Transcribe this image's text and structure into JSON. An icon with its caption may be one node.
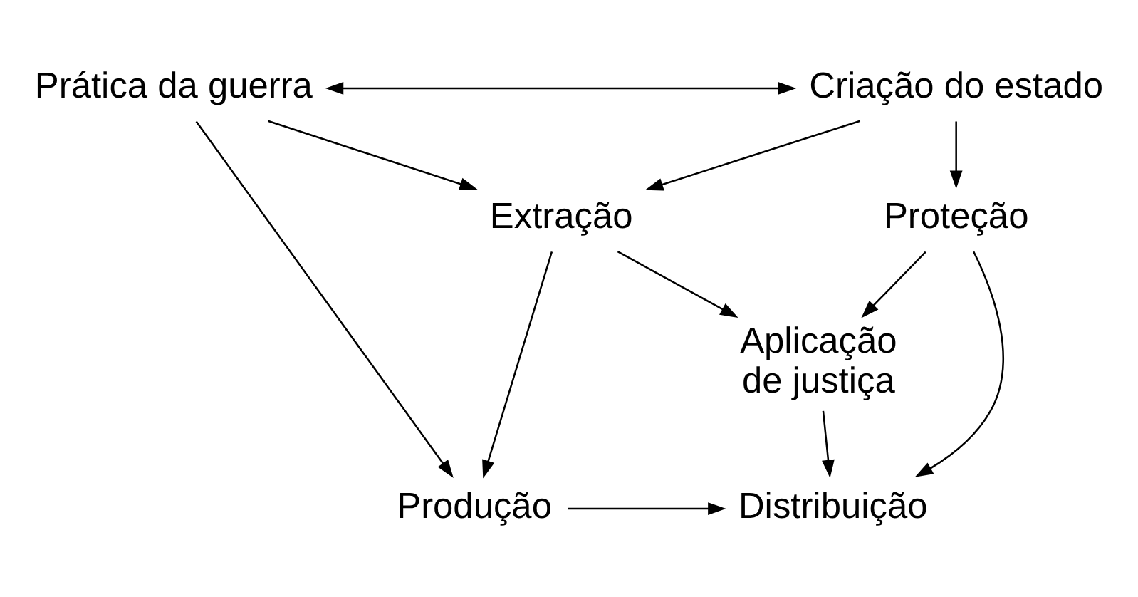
{
  "diagram": {
    "nodes": [
      {
        "text": [
          "Prática da guerra"
        ]
      },
      {
        "text": [
          "Criação do estado"
        ]
      },
      {
        "text": [
          "Extração"
        ]
      },
      {
        "text": [
          "Proteção"
        ]
      },
      {
        "text": [
          "Aplicação de justiça"
        ]
      },
      {
        "text": [
          "Produção"
        ]
      },
      {
        "text": [
          "Distribuição"
        ]
      }
    ],
    "edges": [
      {
        "from": 0,
        "to": 1,
        "arrow": "both"
      },
      {
        "from": 0,
        "to": 2,
        "arrow": "to"
      },
      {
        "from": 1,
        "to": 2,
        "arrow": "to"
      },
      {
        "from": 1,
        "to": 3,
        "arrow": "to"
      },
      {
        "from": 0,
        "to": 5,
        "arrow": "to"
      },
      {
        "from": 2,
        "to": 5,
        "arrow": "to"
      },
      {
        "from": 2,
        "to": 4,
        "arrow": "to"
      },
      {
        "from": 3,
        "to": 4,
        "arrow": "to"
      },
      {
        "from": 3,
        "to": 6,
        "arrow": "to"
      },
      {
        "from": 4,
        "to": 6,
        "arrow": "to"
      },
      {
        "from": 5,
        "to": 6,
        "arrow": "to"
      }
    ]
  }
}
